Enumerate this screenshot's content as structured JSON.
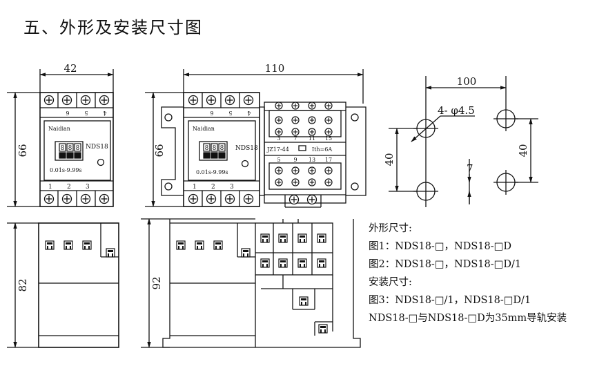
{
  "title": "五、外形及安装尺寸图",
  "dimensions": {
    "fig1_width": "42",
    "fig1_height": "66",
    "fig2_width": "110",
    "fig2_height": "66",
    "fig1_depth": "82",
    "fig2_depth": "92",
    "fig3_spacing_x": "100",
    "fig3_holes": "4- φ4.5",
    "fig3_spacing_y_left": "40",
    "fig3_spacing_y_right": "40",
    "fig3_offset": "7"
  },
  "device": {
    "brand": "Naidian",
    "model": "NDS18",
    "range": "0.01s-9.99s",
    "digits": [
      "8",
      "8",
      "8"
    ],
    "top_terminals": [
      "6",
      "5",
      "4"
    ],
    "bottom_terminals": [
      "1",
      "2",
      "3"
    ]
  },
  "relay": {
    "top_numbers": [
      "3",
      "7",
      "11",
      "15"
    ],
    "bottom_numbers": [
      "5",
      "9",
      "13",
      "17"
    ],
    "model": "JZ17-44",
    "rating": "Ith=6A"
  },
  "notes": [
    "外形尺寸:",
    "图1：NDS18-□，NDS18-□D",
    "图2：NDS18-□，NDS18-□D/1",
    "安装尺寸:",
    "图3：NDS18-□/1，NDS18-□D/1",
    "NDS18-□与NDS18-□D为35mm导轨安装"
  ]
}
